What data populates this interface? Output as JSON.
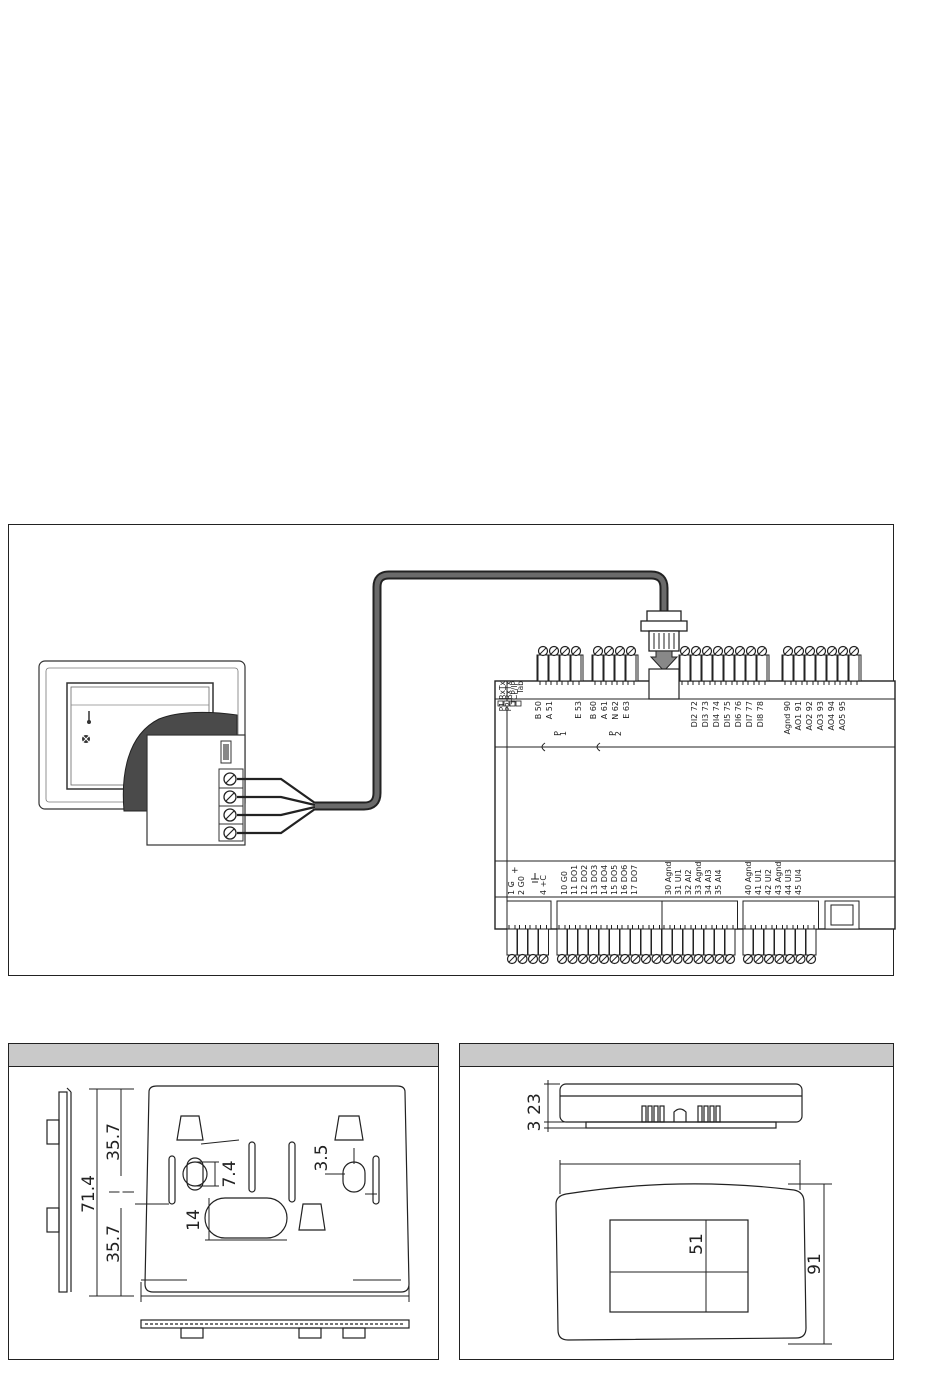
{
  "wiring": {
    "pairs_row": [
      "P1 RxTx",
      "P2 RxTx",
      "TCP/IP",
      "Tab"
    ],
    "top_labels": [
      "B 50",
      "A 51",
      "E 53",
      "B 60",
      "A 61",
      "N 62",
      "E 63",
      "DI2 72",
      "DI3 73",
      "DI4 74",
      "DI5 75",
      "DI6 76",
      "DI7 77",
      "DI8 78",
      "Agnd 90",
      "AO1 91",
      "AO2 92",
      "AO3 93",
      "AO4 94",
      "AO5 95"
    ],
    "p_labels": [
      "P",
      "1",
      "P",
      "2"
    ],
    "bottom_labels": [
      "1 G",
      "2 G0",
      "4 +C",
      "10 G0",
      "11 DO1",
      "12 DO2",
      "13 DO3",
      "14 DO4",
      "15 DO5",
      "16 DO6",
      "17 DO7",
      "30 Agnd",
      "31 UI1",
      "32 AI2",
      "33 Agnd",
      "34 AI3",
      "35 AI4",
      "40 Agnd",
      "41 UI1",
      "42 UI2",
      "43 Agnd",
      "44 UI3",
      "45 UI4"
    ],
    "polarity": [
      "+",
      "-"
    ]
  },
  "back_plate": {
    "dims": {
      "height_total": "71.4",
      "height_top": "35.7",
      "height_bottom": "35.7",
      "slot_height": "14",
      "hole_height": "7.4",
      "hole_width": "3.5"
    }
  },
  "housing": {
    "dims": {
      "depth_total": "23",
      "base": "3",
      "height": "91",
      "display_height": "51"
    }
  }
}
